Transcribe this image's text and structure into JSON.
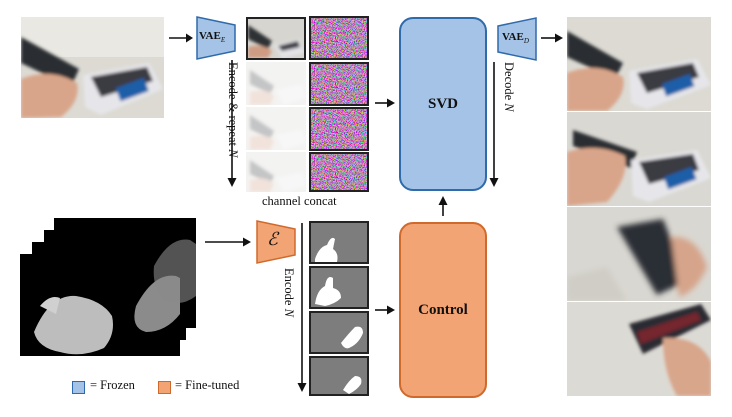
{
  "blocks": {
    "vae_encoder": "VAE",
    "vae_encoder_sub": "E",
    "vae_decoder": "VAE",
    "vae_decoder_sub": "D",
    "svd": "SVD",
    "control": "Control",
    "encoder_symbol": "ℰ"
  },
  "labels": {
    "encode_repeat": "Encode & repeat ",
    "encode_repeat_n": "N",
    "decode": "Decode ",
    "decode_n": "N",
    "encode": "Encode ",
    "encode_n": "N",
    "channel_concat": "channel concat"
  },
  "legend": {
    "frozen": "= Frozen",
    "fine_tuned": "= Fine-tuned"
  },
  "colors": {
    "frozen_fill": "#a4c3e6",
    "frozen_stroke": "#2f6aab",
    "finetuned_fill": "#f3a474",
    "finetuned_stroke": "#d06a2c"
  },
  "icons": [
    "arrow-right-icon",
    "arrow-down-icon",
    "arrow-up-icon"
  ]
}
